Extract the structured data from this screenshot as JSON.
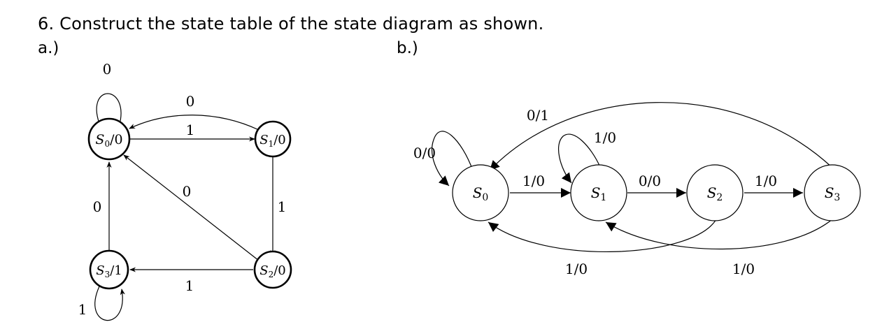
{
  "question": "6. Construct the state table of the state diagram as shown.",
  "part_a_label": "a.)",
  "part_b_label": "b.)",
  "diagram_a": {
    "states": {
      "s0": {
        "name": "S",
        "sub": "0",
        "out": "/0"
      },
      "s1": {
        "name": "S",
        "sub": "1",
        "out": "/0"
      },
      "s2": {
        "name": "S",
        "sub": "2",
        "out": "/0"
      },
      "s3": {
        "name": "S",
        "sub": "3",
        "out": "/1"
      }
    },
    "transitions": {
      "s0_self": "0",
      "s1_to_s0": "0",
      "s0_to_s1": "1",
      "s2_to_s0": "0",
      "s3_to_s0": "0",
      "s1_to_s2": "1",
      "s2_to_s3": "1",
      "s3_self": "1"
    }
  },
  "diagram_b": {
    "states": {
      "s0": {
        "name": "S",
        "sub": "0"
      },
      "s1": {
        "name": "S",
        "sub": "1"
      },
      "s2": {
        "name": "S",
        "sub": "2"
      },
      "s3": {
        "name": "S",
        "sub": "3"
      }
    },
    "transitions": {
      "s0_self": "0/0",
      "s3_to_s0": "0/1",
      "s1_self": "1/0",
      "s0_to_s1": "1/0",
      "s1_to_s2": "0/0",
      "s2_to_s3": "1/0",
      "s2_to_s0": "1/0",
      "s3_to_s1": "1/0"
    }
  }
}
